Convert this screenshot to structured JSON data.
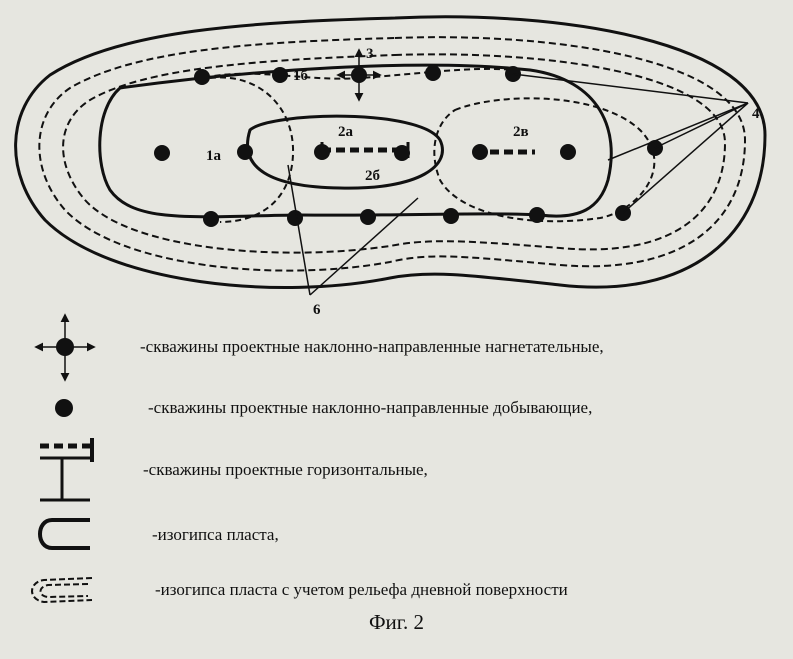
{
  "diagram": {
    "labels": {
      "l1a": "1а",
      "l1b": "1б",
      "l2a": "2а",
      "l2b": "2б",
      "l2v": "2в",
      "l3": "3",
      "l4": "4",
      "l6": "6"
    }
  },
  "legend": {
    "injection": "-скважины проектные наклонно-направленные нагнетательные,",
    "production": "-скважины проектные  наклонно-направленные добывающие,",
    "horizontal": "-скважины  проектные горизонтальные,",
    "isohypse": "-изогипса пласта,",
    "isohypse_relief": "-изогипса пласта с учетом рельефа дневной поверхности"
  },
  "caption": "Фиг. 2",
  "colors": {
    "ink": "#111111",
    "paper": "#e6e6e0"
  }
}
